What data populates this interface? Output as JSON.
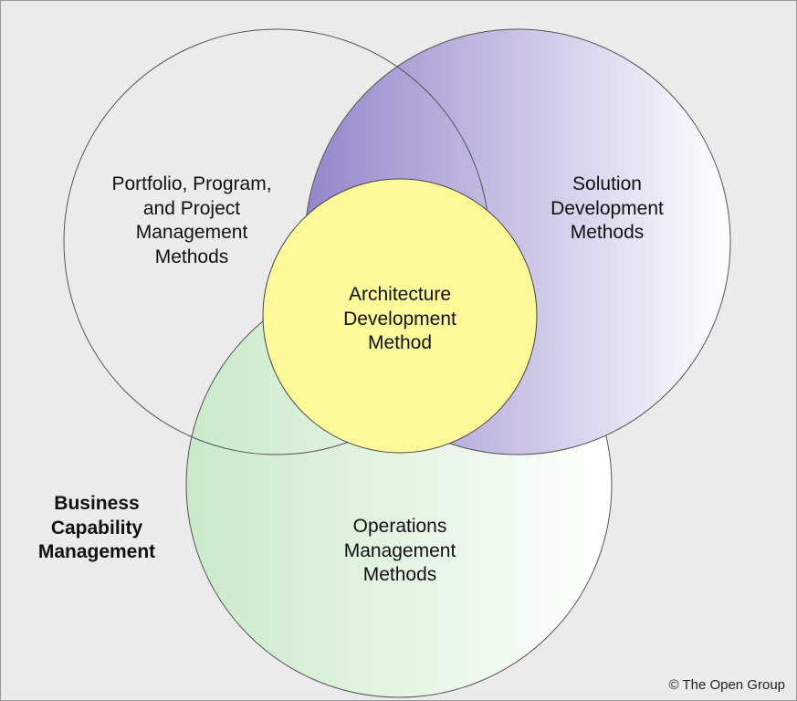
{
  "diagram": {
    "center": {
      "lines": [
        "Architecture",
        "Development",
        "Method"
      ]
    },
    "left": {
      "lines": [
        "Portfolio, Program,",
        "and Project",
        "Management",
        "Methods"
      ]
    },
    "right": {
      "lines": [
        "Solution",
        "Development",
        "Methods"
      ]
    },
    "bottom": {
      "lines": [
        "Operations",
        "Management",
        "Methods"
      ]
    },
    "outer": {
      "lines": [
        "Business",
        "Capability",
        "Management"
      ]
    },
    "copyright": "© The Open Group"
  },
  "colors": {
    "background": "#ebebeb",
    "purple_dark": "#9486cb",
    "green_dark": "#cbeacb",
    "yellow": "#fdf89a",
    "stroke": "#555555"
  }
}
